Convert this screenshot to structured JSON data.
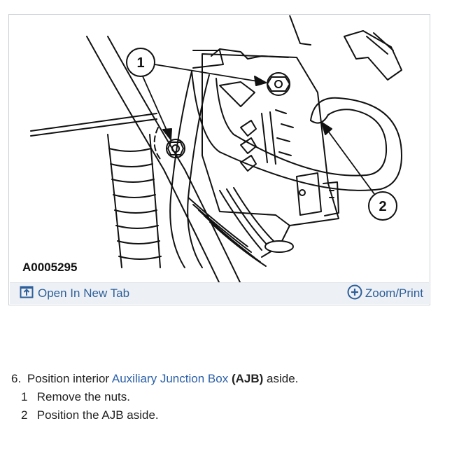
{
  "figure": {
    "image_id_label": "A0005295",
    "callouts": [
      "1",
      "2"
    ],
    "toolbar": {
      "open_tab_label": "Open In New Tab",
      "open_tab_icon": "open-in-new-tab-icon",
      "zoom_print_label": "Zoom/Print",
      "zoom_print_icon": "zoom-plus-icon"
    }
  },
  "step": {
    "number": "6.",
    "text_before": "Position interior",
    "link_text": "Auxiliary Junction Box",
    "abbr": "(AJB)",
    "text_after": "aside.",
    "sub_items": [
      {
        "num": "1",
        "text": "Remove the nuts."
      },
      {
        "num": "2",
        "text": "Position the AJB aside."
      }
    ]
  },
  "colors": {
    "link": "#2b5fa8",
    "toolbar_bg": "#edf1f6",
    "toolbar_text": "#2e5f99"
  }
}
